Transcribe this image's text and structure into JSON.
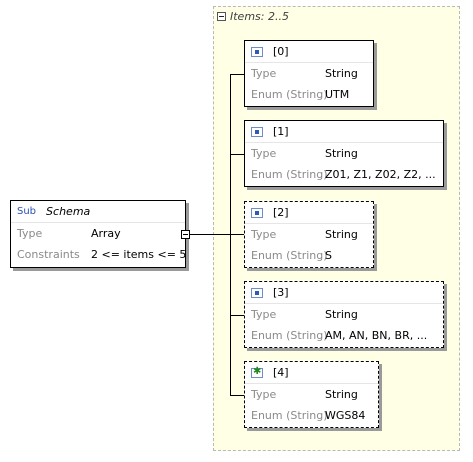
{
  "schema": {
    "tag": "Sub",
    "name": "Schema",
    "rows": [
      {
        "label": "Type",
        "value": "Array"
      },
      {
        "label": "Constraints",
        "value": "2 <= items <= 5"
      }
    ]
  },
  "items_group": {
    "title": "Items: 2..5",
    "items": [
      {
        "index": "[0]",
        "rows": [
          {
            "label": "Type",
            "value": "String"
          },
          {
            "label": "Enum (String)",
            "value": "UTM"
          }
        ]
      },
      {
        "index": "[1]",
        "rows": [
          {
            "label": "Type",
            "value": "String"
          },
          {
            "label": "Enum (String)",
            "value": "Z01, Z1, Z02, Z2, ..."
          }
        ]
      },
      {
        "index": "[2]",
        "rows": [
          {
            "label": "Type",
            "value": "String"
          },
          {
            "label": "Enum (String)",
            "value": "S"
          }
        ]
      },
      {
        "index": "[3]",
        "rows": [
          {
            "label": "Type",
            "value": "String"
          },
          {
            "label": "Enum (String)",
            "value": "AM, AN, BN, BR, ..."
          }
        ]
      },
      {
        "index": "[4]",
        "rows": [
          {
            "label": "Type",
            "value": "String"
          },
          {
            "label": "Enum (String)",
            "value": "WGS84"
          }
        ]
      }
    ]
  },
  "icons": {
    "group_toggle": "collapse-box-icon",
    "item": "item-element-icon",
    "item_optional": "star-item-icon",
    "connector_toggle": "collapse-box-icon"
  }
}
